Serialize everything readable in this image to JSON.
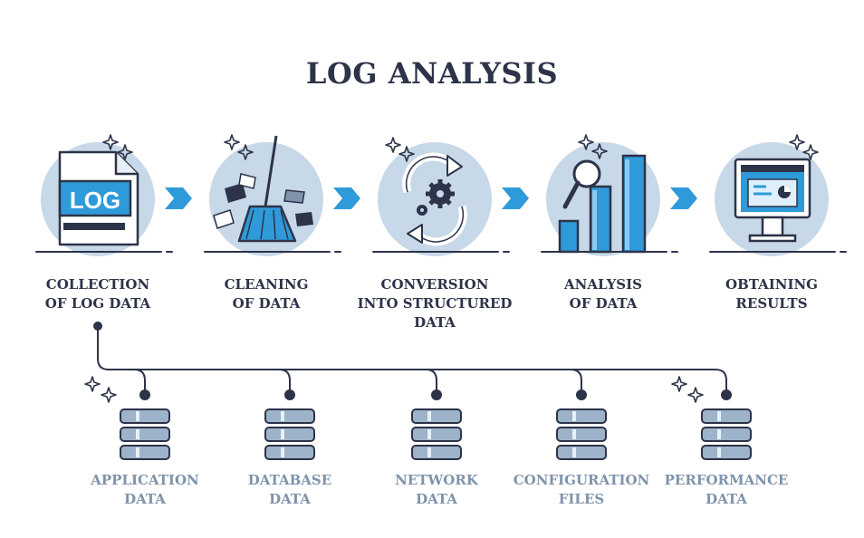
{
  "title": "LOG ANALYSIS",
  "colors": {
    "circle": "#c7d8e8",
    "accent": "#2f9ad9",
    "dark": "#2d3349",
    "muted": "#7f93ab"
  },
  "stages": [
    {
      "line1": "COLLECTION",
      "line2": "OF LOG DATA",
      "line3": "",
      "icon": "log-file-icon",
      "badge": "LOG"
    },
    {
      "line1": "CLEANING",
      "line2": "OF DATA",
      "line3": "",
      "icon": "broom-icon"
    },
    {
      "line1": "CONVERSION",
      "line2": "INTO STRUCTURED",
      "line3": "DATA",
      "icon": "conversion-gears-icon"
    },
    {
      "line1": "ANALYSIS",
      "line2": "OF DATA",
      "line3": "",
      "icon": "analysis-chart-icon"
    },
    {
      "line1": "OBTAINING",
      "line2": "RESULTS",
      "line3": "",
      "icon": "monitor-results-icon"
    }
  ],
  "sources": [
    {
      "line1": "APPLICATION",
      "line2": "DATA",
      "icon": "database-icon"
    },
    {
      "line1": "DATABASE",
      "line2": "DATA",
      "icon": "database-icon"
    },
    {
      "line1": "NETWORK",
      "line2": "DATA",
      "icon": "database-icon"
    },
    {
      "line1": "CONFIGURATION",
      "line2": "FILES",
      "icon": "database-icon"
    },
    {
      "line1": "PERFORMANCE",
      "line2": "DATA",
      "icon": "database-icon"
    }
  ]
}
